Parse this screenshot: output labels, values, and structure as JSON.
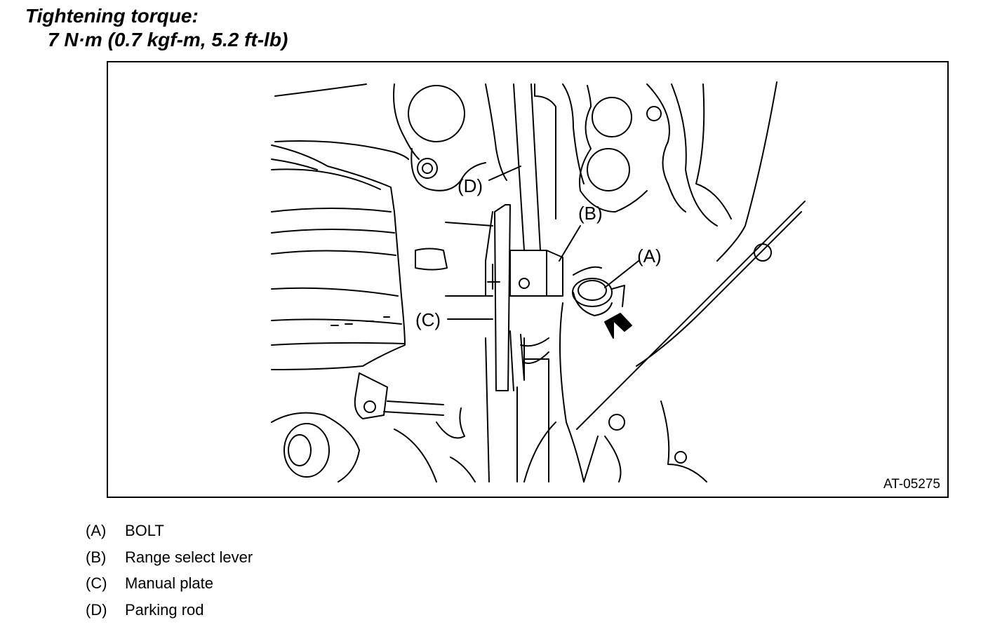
{
  "torque": {
    "heading": "Tightening torque:",
    "value": "7 N·m (0.7 kgf-m, 5.2 ft-lb)"
  },
  "figure": {
    "id": "AT-05275",
    "callouts": {
      "a": "(A)",
      "b": "(B)",
      "c": "(C)",
      "d": "(D)"
    }
  },
  "legend": [
    {
      "key": "(A)",
      "label": "BOLT"
    },
    {
      "key": "(B)",
      "label": "Range select lever"
    },
    {
      "key": "(C)",
      "label": "Manual plate"
    },
    {
      "key": "(D)",
      "label": "Parking rod"
    }
  ]
}
